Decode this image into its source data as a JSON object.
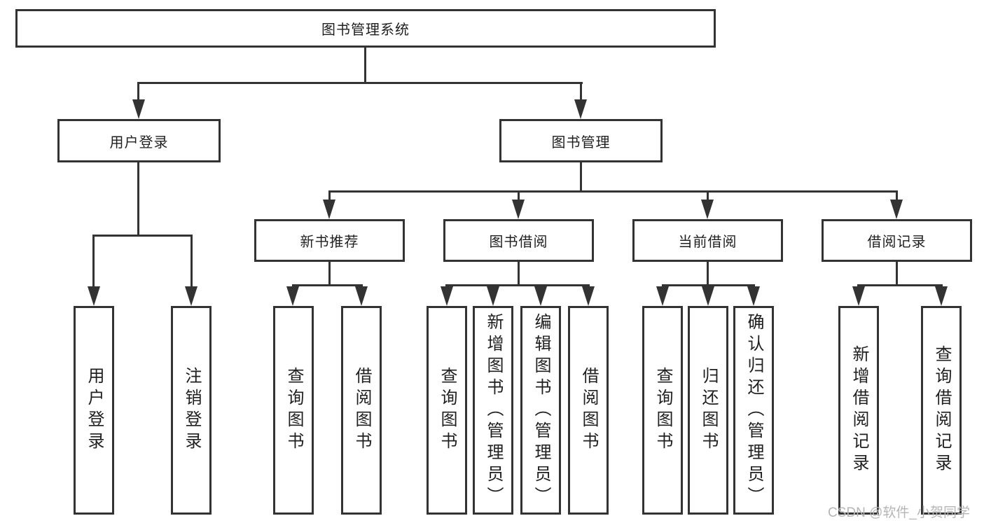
{
  "diagram_title": "图书管理系统",
  "nodes": {
    "root": "图书管理系统",
    "user_login": "用户登录",
    "book_management": "图书管理",
    "new_book_recommend": "新书推荐",
    "book_borrow": "图书借阅",
    "current_borrow": "当前借阅",
    "borrow_records": "借阅记录",
    "leaf_user_login": "用户登录",
    "leaf_logout": "注销登录",
    "recommend_query_books": "查询图书",
    "recommend_borrow_books": "借阅图书",
    "borrow_query_books": "查询图书",
    "borrow_add_books": "新增图书（管理员）",
    "borrow_edit_books": "编辑图书（管理员）",
    "borrow_borrow_books": "借阅图书",
    "current_query_books": "查询图书",
    "current_return_books": "归还图书",
    "current_confirm_return": "确认归还（管理员）",
    "records_add_record": "新增借阅记录",
    "records_query_record": "查询借阅记录"
  },
  "watermark": "CSDN @软件_小贺同学",
  "colors": {
    "line": "#333333",
    "text": "#1f1f1f",
    "box_background": "#ffffff",
    "watermark": "#b5b5b5",
    "background": "#ffffff"
  }
}
